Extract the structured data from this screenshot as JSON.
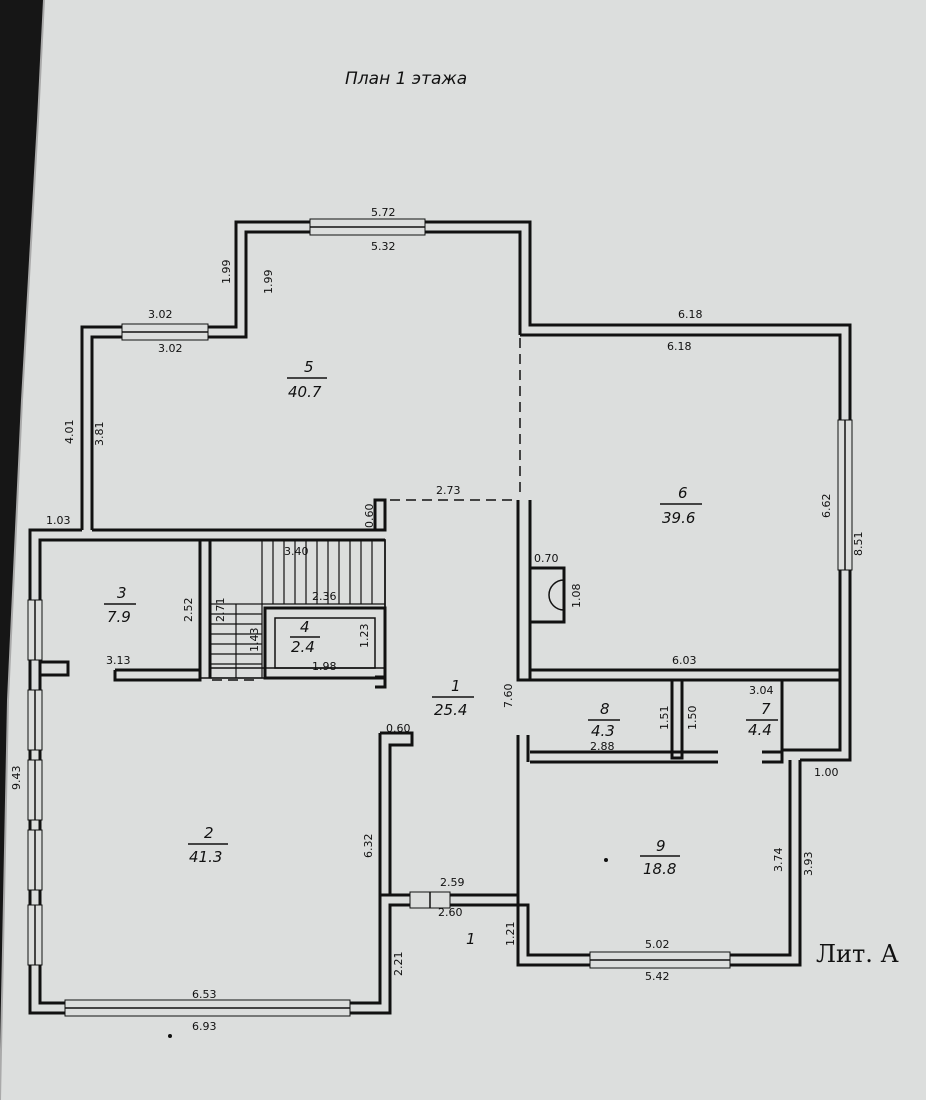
{
  "title": "План 1 этажа",
  "lit_label": "Лит. А",
  "entrance_label": "1",
  "rooms": [
    {
      "num": "1",
      "area": "25.4"
    },
    {
      "num": "2",
      "area": "41.3"
    },
    {
      "num": "3",
      "area": "7.9"
    },
    {
      "num": "4",
      "area": "2.4"
    },
    {
      "num": "5",
      "area": "40.7"
    },
    {
      "num": "6",
      "area": "39.6"
    },
    {
      "num": "7",
      "area": "4.4"
    },
    {
      "num": "8",
      "area": "4.3"
    },
    {
      "num": "9",
      "area": "18.8"
    }
  ],
  "dims": {
    "top_outer_572": "5.72",
    "top_inner_532": "5.32",
    "left_upper_199a": "1.99",
    "left_upper_199b": "1.99",
    "r5_top_302a": "3.02",
    "r5_top_302b": "3.02",
    "r6_top_618a": "6.18",
    "r6_top_618b": "6.18",
    "left_401": "4.01",
    "left_381": "3.81",
    "w_103": "1.03",
    "w_060a": "0.60",
    "w_273": "2.73",
    "r6_662": "6.62",
    "r6_851": "8.51",
    "w_070": "0.70",
    "w_108": "1.08",
    "stair_340": "3.40",
    "stair_236": "2.36",
    "r3_252": "2.52",
    "stair_271": "2.71",
    "stair_143": "1.43",
    "r4_123": "1.23",
    "r3_313": "3.13",
    "r4_198": "1.98",
    "r6_603": "6.03",
    "r7_304": "3.04",
    "r1_760": "7.60",
    "r8_151": "1.51",
    "r8_150": "1.50",
    "r8_288": "2.88",
    "w_060b": "0.60",
    "r7_100": "1.00",
    "left_943": "9.43",
    "r2_632": "6.32",
    "r9_374": "3.74",
    "r9_393": "3.93",
    "r1_259": "2.59",
    "r1_260": "2.60",
    "r1_121": "1.21",
    "r9_502": "5.02",
    "r2_221": "2.21",
    "r9_542": "5.42",
    "r2_653": "6.53",
    "r2_693": "6.93"
  }
}
